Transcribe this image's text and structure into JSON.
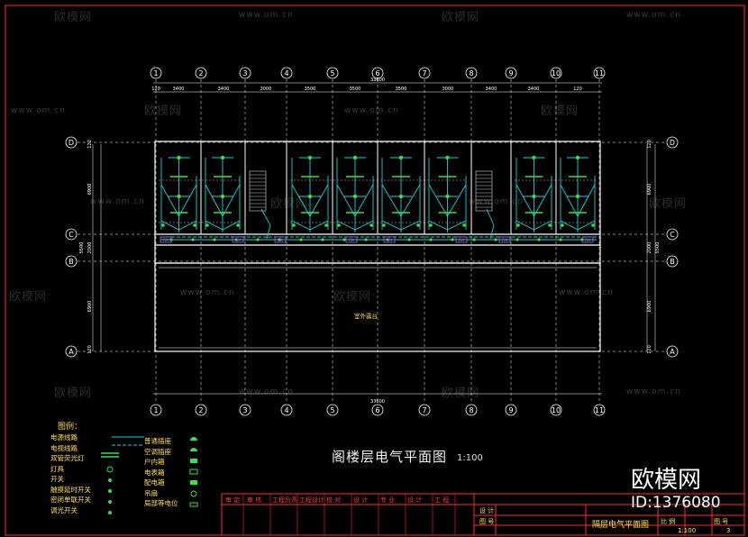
{
  "colors": {
    "background": "#000000",
    "grid_line": "#ffffff",
    "wall": "#ffffff",
    "wiring": "#17d4d4",
    "fixtures": "#35e04a",
    "frame": "#ff2b2b",
    "legend_text": "#ffe04a",
    "dimension_text": "#ffffff"
  },
  "drawing": {
    "title": "阁楼层电气平面图",
    "scale": "1:100",
    "axis_labels_x": [
      "1",
      "2",
      "3",
      "4",
      "5",
      "6",
      "7",
      "8",
      "9",
      "10",
      "11"
    ],
    "axis_labels_y": [
      "D",
      "C",
      "B",
      "A"
    ],
    "top_dims": [
      "120",
      "3400",
      "3400",
      "3000",
      "3500",
      "3500",
      "3500",
      "3000",
      "3400",
      "3400",
      "120"
    ],
    "total_dim": "33600",
    "left_dims": [
      "120",
      "6900",
      "2000",
      "5500",
      "6900",
      "120"
    ],
    "veranda_label": "室外露台",
    "circuit_boxes": [
      "RX",
      "RX",
      "RX",
      "RX",
      "RX",
      "RX",
      "RX",
      "RX"
    ]
  },
  "legend": {
    "title": "图例：",
    "col1": [
      "电源线路",
      "电视线路",
      "双管荧光灯",
      "灯具",
      "开关",
      "触摸延时开关",
      "密闭单联开关",
      "调光开关"
    ],
    "col2": [
      "普通插座",
      "空调插座",
      "户内箱",
      "电表箱",
      "配电箱",
      "吊扇",
      "局部等电位"
    ]
  },
  "title_block": {
    "headers": [
      "审 定",
      "审 核",
      "工程负责",
      "工程设计",
      "校 对",
      "设 计",
      "专 业",
      "设 计",
      "工 程"
    ],
    "sheet_title": "隔层电气平面图",
    "scale_label": "1:100",
    "sheet_no": "3",
    "labels": [
      "设 计",
      "图 号",
      "比 例",
      "图 号"
    ]
  },
  "watermarks": {
    "brand_text": "欧模网",
    "url": "www.om.cn"
  },
  "branding": {
    "logo_text": "欧模网",
    "id_text": "ID:1376080"
  }
}
